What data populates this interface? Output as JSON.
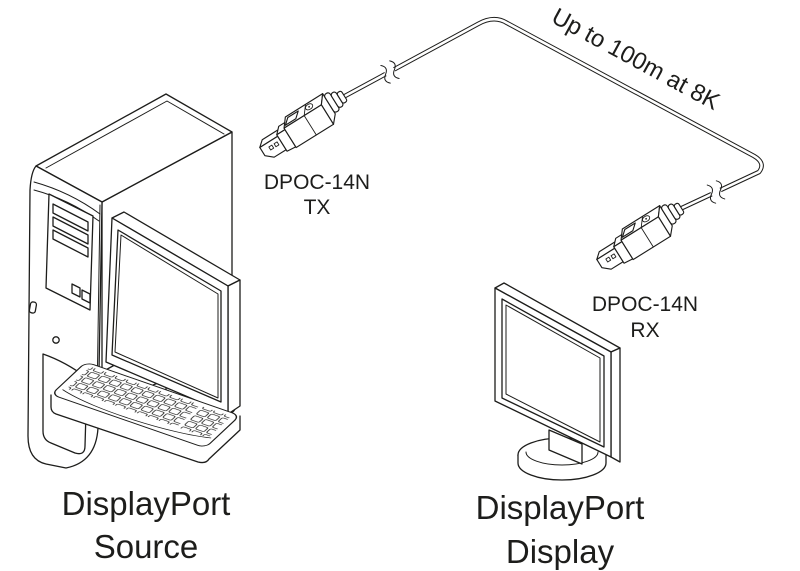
{
  "cable": {
    "label": "Up to 100m at 8K"
  },
  "transmitter": {
    "model": "DPOC-14N",
    "role": "TX"
  },
  "receiver": {
    "model": "DPOC-14N",
    "role": "RX"
  },
  "source_caption": {
    "line1": "DisplayPort",
    "line2": "Source"
  },
  "display_caption": {
    "line1": "DisplayPort",
    "line2": "Display"
  },
  "colors": {
    "ink": "#1d1d1b",
    "background": "#ffffff"
  },
  "figures": [
    "computer-tower-illustration",
    "source-monitor-illustration",
    "keyboard-illustration",
    "dp-connector-tx-illustration",
    "dp-connector-rx-illustration",
    "optical-cable-illustration",
    "display-monitor-illustration"
  ]
}
